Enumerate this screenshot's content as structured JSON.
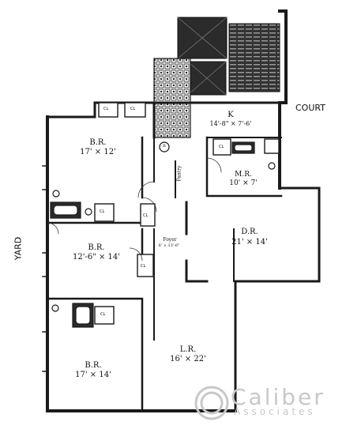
{
  "rooms": {
    "kitchen": {
      "name": "K",
      "dims": "14'-8\" × 7'-6'"
    },
    "br1": {
      "name": "B.R.",
      "dims": "17' × 12'"
    },
    "br2": {
      "name": "B.R.",
      "dims": "12'-6\" × 14'"
    },
    "br3": {
      "name": "B.R.",
      "dims": "17' × 14'"
    },
    "mr": {
      "name": "M.R.",
      "dims": "10' × 7'"
    },
    "dr": {
      "name": "D.R.",
      "dims": "21' × 14'"
    },
    "lr": {
      "name": "L.R.",
      "dims": "16' × 22'"
    },
    "foyer": {
      "name": "Foyer",
      "dims": "6' × 13'-6\""
    },
    "pantry": {
      "name": "Pantry"
    }
  },
  "closet_label": "CL",
  "compass": {
    "court": "COURT",
    "yard": "YARD"
  },
  "marker": "B",
  "logo": {
    "brand": "Caliber",
    "sub": "Associates"
  },
  "colors": {
    "wall": "#1a1a1a",
    "line": "#333333",
    "logo": "#c8c8c8"
  }
}
